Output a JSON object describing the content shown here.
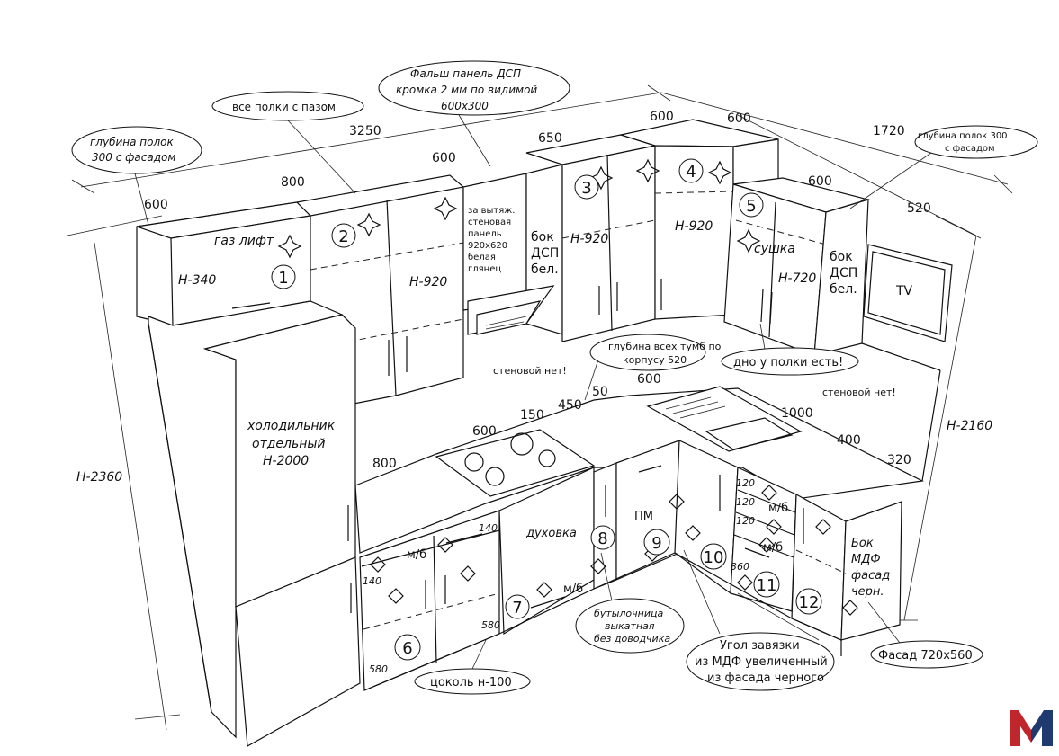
{
  "dimensions": {
    "total_top": "3250",
    "w600_a": "600",
    "w800_top": "800",
    "w600_b": "600",
    "w650": "650",
    "w600_c": "600",
    "w600_d": "600",
    "w1720": "1720",
    "w600_e": "600",
    "w520_top": "520",
    "h_total_left": "H-2360",
    "h_total_right": "H-2160",
    "h340": "H-340",
    "h920_a": "H-920",
    "h920_b": "H-920",
    "h920_c": "H-920",
    "h720": "H-720",
    "fridge_h": "Н-2000",
    "b800": "800",
    "b600": "600",
    "b150": "150",
    "b450": "450",
    "b50": "50",
    "b600_r": "600",
    "b1000": "1000",
    "b400": "400",
    "b320": "320",
    "d140_a": "140",
    "d140_b": "140",
    "d580_a": "580",
    "d580_b": "580",
    "d120_a": "120",
    "d120_b": "120",
    "d120_c": "120",
    "d360": "360"
  },
  "labels": {
    "gas_lift": "газ лифт",
    "fridge_1": "холодильник",
    "fridge_2": "отдельный",
    "hood_1": "за вытяж.",
    "hood_2": "стеновая",
    "hood_3": "панель",
    "hood_4": "920х620",
    "hood_5": "белая",
    "hood_6": "глянец",
    "side_dsp_1a": "бок",
    "side_dsp_1b": "ДСП",
    "side_dsp_1c": "бел.",
    "side_dsp_2a": "бок",
    "side_dsp_2b": "ДСП",
    "side_dsp_2c": "бел.",
    "drying": "сушка",
    "tv": "TV",
    "no_wall_1": "стеновой нет!",
    "no_wall_2": "стеновой нет!",
    "oven": "духовка",
    "dishwasher": "ПМ",
    "mb_1": "м/б",
    "mb_2": "м/б",
    "mb_3": "м/б",
    "mb_4": "м/б",
    "side_mdf_1": "Бок",
    "side_mdf_2": "МДФ",
    "side_mdf_3": "фасад",
    "side_mdf_4": "черн."
  },
  "callouts": {
    "shelf_depth_left_1": "глубина полок",
    "shelf_depth_left_2": "300 с фасадом",
    "all_shelves": "все полки с пазом",
    "false_panel_1": "Фальш панель ДСП",
    "false_panel_2": "кромка 2 мм по видимой",
    "false_panel_3": "600х300",
    "shelf_depth_right_1": "глубина полок 300",
    "shelf_depth_right_2": "с фасадом",
    "base_depth_1": "глубина всех тумб по",
    "base_depth_2": "корпусу 520",
    "shelf_bottom": "дно у полки есть!",
    "bottle_1": "бутылочница",
    "bottle_2": "выкатная",
    "bottle_3": "без доводчика",
    "plinth": "цоколь н-100",
    "corner_1": "Угол завязки",
    "corner_2": "из МДФ увеличенный",
    "corner_3": "из фасада черного",
    "facade": "Фасад 720х560"
  },
  "numbers": [
    "1",
    "2",
    "3",
    "4",
    "5",
    "6",
    "7",
    "8",
    "9",
    "10",
    "11",
    "12"
  ],
  "logo": {
    "letter": "M",
    "color_left": "#c0272d",
    "color_right": "#1f3a6e"
  }
}
